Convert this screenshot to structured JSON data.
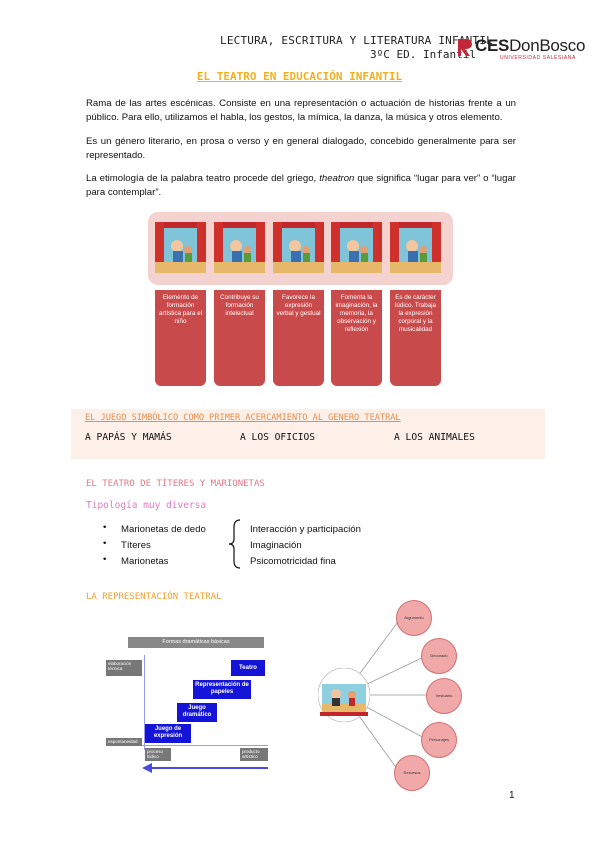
{
  "header": {
    "line1": "LECTURA, ESCRITURA Y LITERATURA INFANTIL",
    "line2": "3ºC ED. Infantil",
    "logo_bold": "CES",
    "logo_thin": "DonBosco",
    "logo_sub": "UNIVERSIDAD SALESIANA"
  },
  "title": "El teatro en educación infantil",
  "paragraphs": [
    "Rama de las artes escénicas. Consiste en una representación o actuación de historias frente a un público. Para ello, utilizamos el habla, los gestos, la mímica, la danza, la música y otros elemento.",
    "Es un género literario, en prosa o verso y en general dialogado,  concebido generalmente para ser representado.",
    "La etimología de la palabra teatro procede del griego, theatron que significa “lugar para ver” o “lugar para contemplar”."
  ],
  "tiles": [
    "Elemento de formación artística para el niño",
    "Contribuye su formación intelectual",
    "Favorece la expresión verbal y gestual",
    "Fomenta la imaginación, la memoria, la observación y reflexión",
    "Es de carácter lúdico. Trabaja la expresión corporal y la musicalidad"
  ],
  "band": {
    "title": "El juego simbólico como primer acercamiento al genero teatral",
    "items": [
      "A papás y mamás",
      "A los oficios",
      "A los animales"
    ]
  },
  "puppets": {
    "title": "El teatro de títeres y marionetas",
    "subtitle": "Tipología muy diversa",
    "bullets": [
      "Marionetas de dedo",
      "Títeres",
      "Marionetas"
    ],
    "effects": [
      "Interacción y participación",
      "Imaginación",
      "Psicomotricidad fina"
    ]
  },
  "representation": {
    "title": "La representación teatral",
    "chart_title": "Formas dramáticas básicas",
    "rungs": [
      "Juego de expresión",
      "Juego dramático",
      "Representación de papeles",
      "Teatro"
    ],
    "y_top": "elaboración técnica",
    "y_bottom": "espontaneidad",
    "x_left": "proceso lúdico",
    "x_right": "producto artístico"
  },
  "mindmap": [
    "Argumento",
    "Decorado",
    "Vestuario",
    "Personajes",
    "Recursos"
  ],
  "page_number": "1",
  "colors": {
    "title": "#f0b020",
    "tile": "#c94a4a",
    "tile_bg": "#f3d2d0",
    "band_title": "#e09050",
    "section": "#e07a8a",
    "subtitle": "#e07ac8",
    "rung": "#1414d8"
  }
}
